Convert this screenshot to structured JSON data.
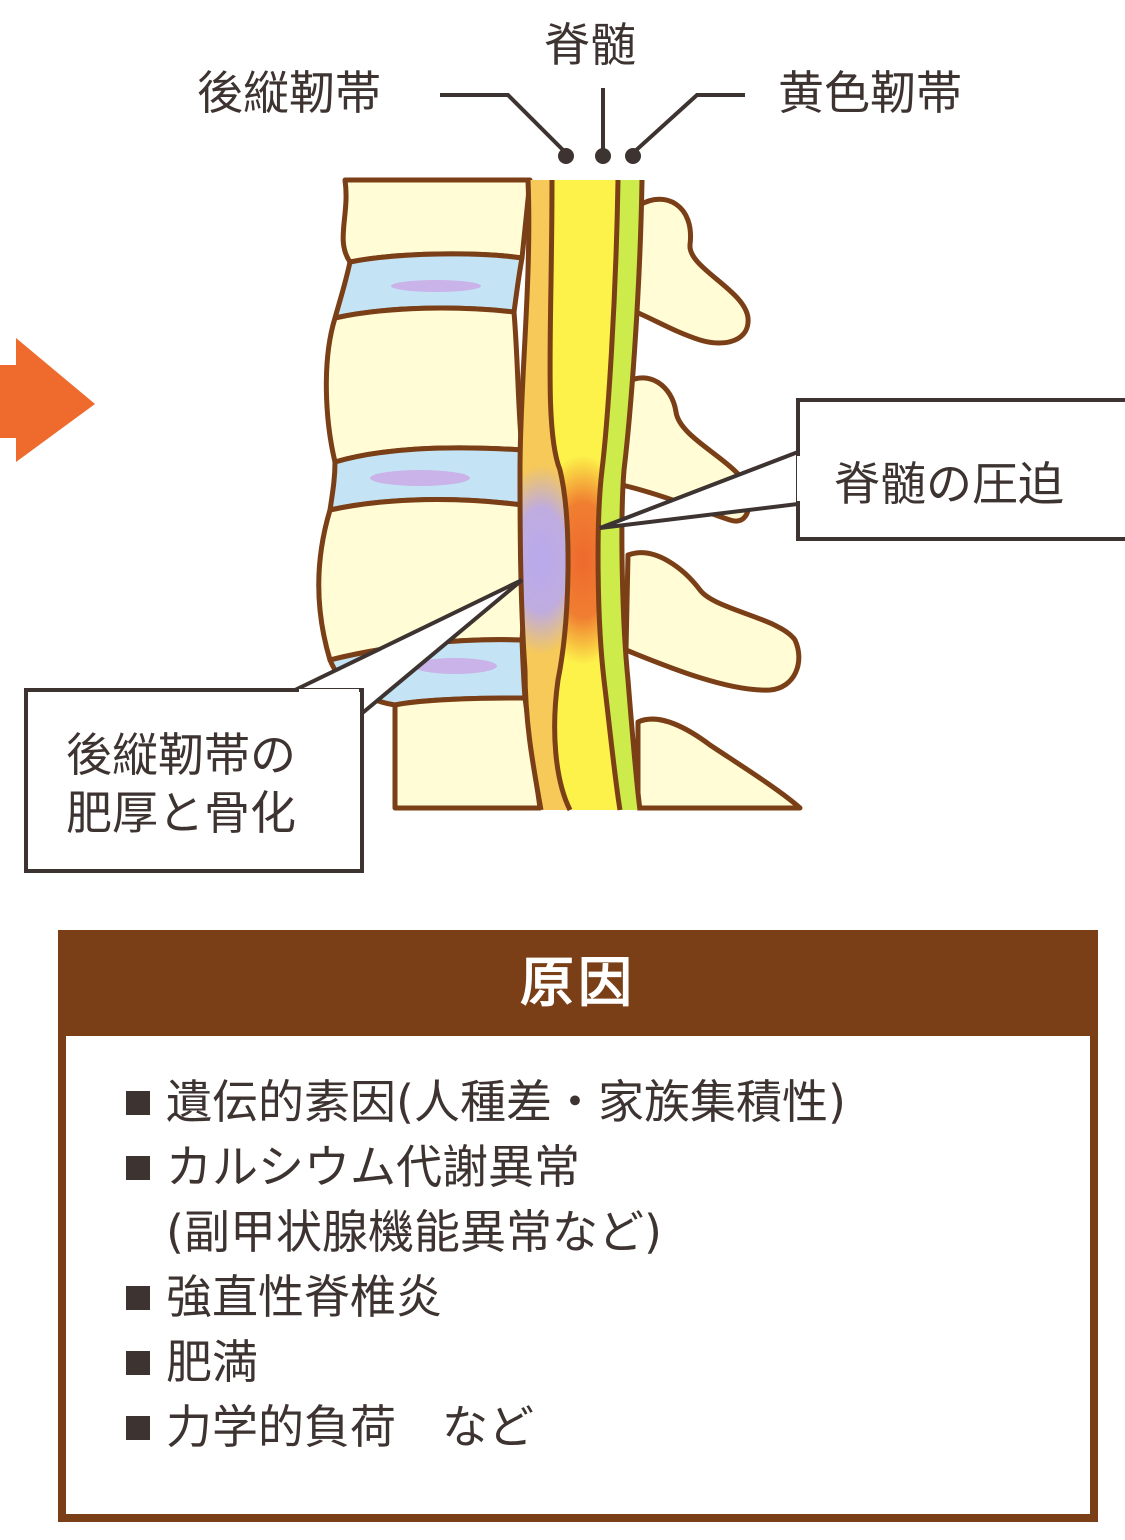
{
  "labels": {
    "posterior_ligament": "後縦靭帯",
    "spinal_cord": "脊髄",
    "yellow_ligament": "黄色靭帯",
    "cord_compression": "脊髄の圧迫",
    "ligament_ossification_line1": "後縦靭帯の",
    "ligament_ossification_line2": "肥厚と骨化"
  },
  "causes": {
    "title": "原因",
    "items": [
      {
        "lines": [
          "遺伝的素因(人種差・家族集積性)"
        ]
      },
      {
        "lines": [
          "カルシウム代謝異常",
          "(副甲状腺機能異常など)"
        ]
      },
      {
        "lines": [
          "強直性脊椎炎"
        ]
      },
      {
        "lines": [
          "肥満"
        ]
      },
      {
        "lines": [
          "力学的負荷　など"
        ]
      }
    ]
  },
  "colors": {
    "outline": "#7a3f17",
    "bone": "#fffcd6",
    "disc": "#c4e4f5",
    "disc_core": "#c9b3e8",
    "posterior_ligament": "#f6c958",
    "spinal_cord": "#fdf24a",
    "yellow_ligament": "#cdeb4a",
    "compression": "#ee6a2d",
    "ossification": "#b9a9ee",
    "arrow": "#ee6a2d",
    "cause_header": "#7a3f17"
  }
}
